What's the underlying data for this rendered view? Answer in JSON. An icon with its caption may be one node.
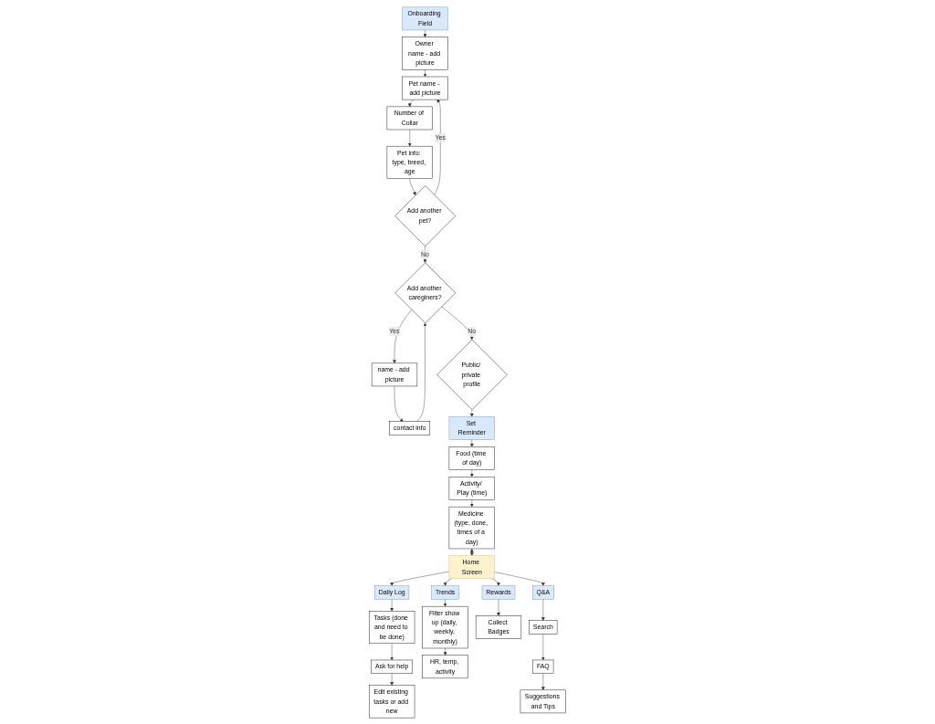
{
  "diagram": {
    "nodes": [
      {
        "text": [
          "Onboarding Field"
        ]
      },
      {
        "text": [
          "Owner name - add picture"
        ]
      },
      {
        "text": [
          "Pet name - add picture"
        ]
      },
      {
        "text": [
          "Number of Collar"
        ]
      },
      {
        "text": [
          "Pet info: type, breed, age"
        ]
      },
      {
        "text": [
          "Add another pet?"
        ]
      },
      {
        "text": [
          "Add another careginers?"
        ]
      },
      {
        "text": [
          "name - add picture"
        ]
      },
      {
        "text": [
          "contact info"
        ]
      },
      {
        "text": [
          "Public/ private profile"
        ]
      },
      {
        "text": [
          "Set Reminder"
        ]
      },
      {
        "text": [
          "Food (time of day)"
        ]
      },
      {
        "text": [
          "Activity/ Play (time)"
        ]
      },
      {
        "text": [
          "Medicine (type, done, times of a day)"
        ]
      },
      {
        "text": [
          "Daily Log"
        ]
      },
      {
        "text": [
          "Tasks (done and need to be done)"
        ]
      },
      {
        "text": [
          "Ask for help"
        ]
      },
      {
        "text": [
          "Edit existing tasks or add new"
        ]
      },
      {
        "text": [
          "Home Screen"
        ]
      },
      {
        "text": [
          "Trends"
        ]
      },
      {
        "text": [
          "Filter show up (daily, weekly, monthly)"
        ]
      },
      {
        "text": [
          "HR, temp, activity"
        ]
      },
      {
        "text": [
          "Rewards"
        ]
      },
      {
        "text": [
          "Collect Badges"
        ]
      },
      {
        "text": [
          "Q&A"
        ]
      },
      {
        "text": [
          "Search"
        ]
      },
      {
        "text": [
          "FAQ"
        ]
      },
      {
        "text": [
          "Suggestions and Tips"
        ]
      }
    ],
    "edges": [
      {
        "from": 0,
        "to": 1,
        "arrow": "to"
      },
      {
        "from": 1,
        "to": 2,
        "arrow": "to"
      },
      {
        "from": 2,
        "to": 3,
        "arrow": "to"
      },
      {
        "from": 3,
        "to": 4,
        "arrow": "to"
      },
      {
        "from": 4,
        "to": 5,
        "arrow": "to"
      },
      {
        "from": 5,
        "to": 2,
        "arrow": "to",
        "label": "Yes"
      },
      {
        "from": 5,
        "to": 6,
        "arrow": "to",
        "label": "No"
      },
      {
        "from": 6,
        "to": 7,
        "arrow": "to",
        "label": "Yes"
      },
      {
        "from": 7,
        "to": 8,
        "arrow": "to"
      },
      {
        "from": 8,
        "to": 6,
        "arrow": "to"
      },
      {
        "from": 6,
        "to": 9,
        "arrow": "to",
        "label": "No"
      },
      {
        "from": 9,
        "to": 10,
        "arrow": "to"
      },
      {
        "from": 10,
        "to": 11,
        "arrow": "to"
      },
      {
        "from": 11,
        "to": 12,
        "arrow": "to"
      },
      {
        "from": 12,
        "to": 13,
        "arrow": "to"
      },
      {
        "from": 13,
        "to": 18,
        "arrow": "both"
      },
      {
        "from": 18,
        "to": 14,
        "arrow": "to"
      },
      {
        "from": 14,
        "to": 15,
        "arrow": "to"
      },
      {
        "from": 15,
        "to": 16,
        "arrow": "to"
      },
      {
        "from": 16,
        "to": 17,
        "arrow": "to"
      },
      {
        "from": 18,
        "to": 19,
        "arrow": "to"
      },
      {
        "from": 19,
        "to": 20,
        "arrow": "to"
      },
      {
        "from": 20,
        "to": 21,
        "arrow": "to"
      },
      {
        "from": 18,
        "to": 22,
        "arrow": "to"
      },
      {
        "from": 22,
        "to": 23,
        "arrow": "to"
      },
      {
        "from": 18,
        "to": 24,
        "arrow": "to"
      },
      {
        "from": 24,
        "to": 25,
        "arrow": "to"
      },
      {
        "from": 25,
        "to": 26,
        "arrow": "to"
      },
      {
        "from": 26,
        "to": 27,
        "arrow": "to"
      }
    ]
  }
}
